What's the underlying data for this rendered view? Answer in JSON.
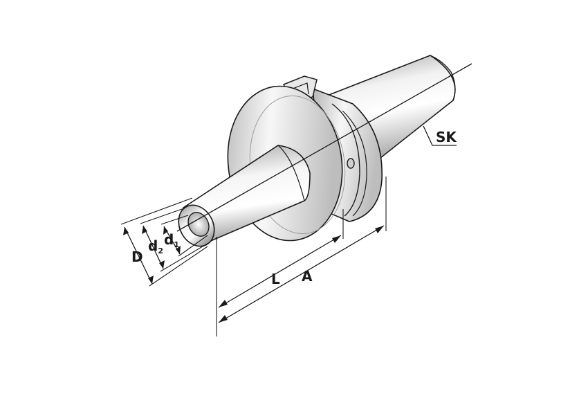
{
  "labels": {
    "D": "D",
    "d2_main": "d",
    "d2_sub": "2",
    "d1_main": "d",
    "d1_sub": "1",
    "L": "L",
    "A": "A",
    "SK": "SK"
  },
  "colors": {
    "line": "#1a1a1a",
    "metal_light": "#f4f4f4",
    "metal_mid": "#c9c9c9",
    "metal_dark": "#8d8d8d"
  }
}
